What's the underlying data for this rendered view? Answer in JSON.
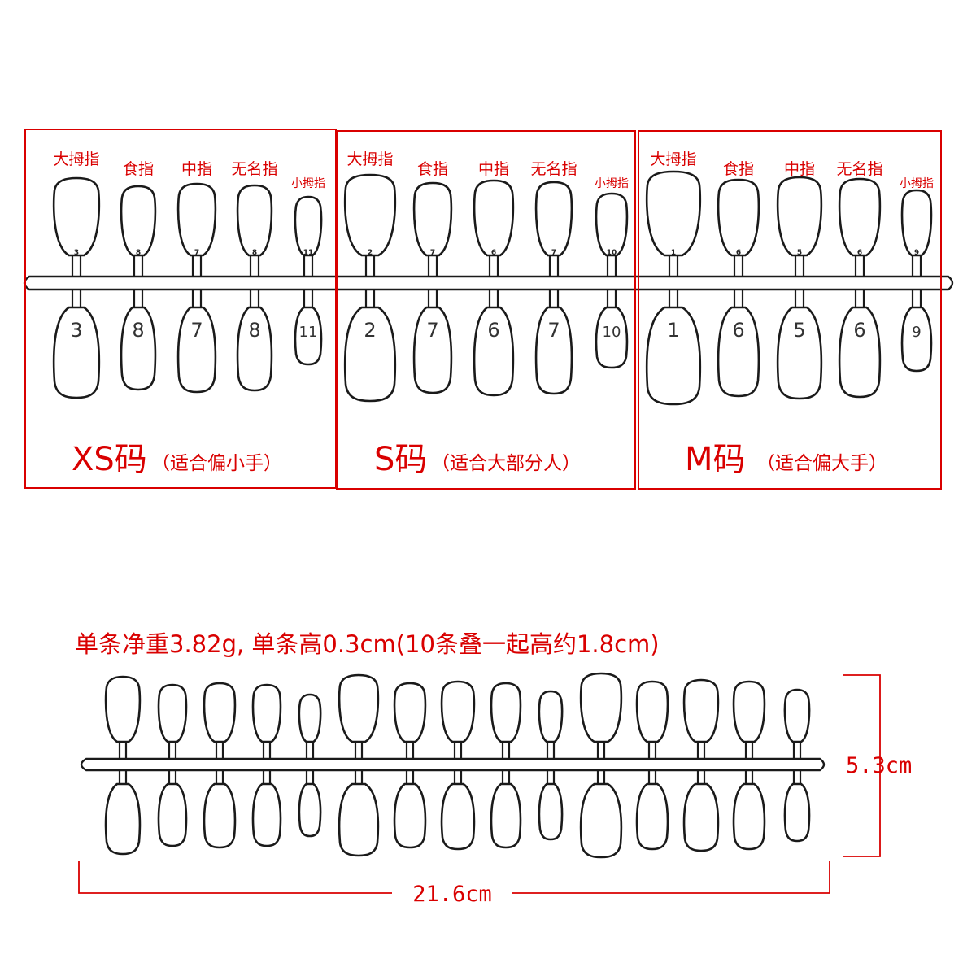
{
  "colors": {
    "accent": "#d90000",
    "line": "#1a1a1a"
  },
  "sizes": [
    {
      "title": "XS码",
      "note": "（适合偏小手）",
      "fingers": [
        {
          "label": "大拇指",
          "number": "3"
        },
        {
          "label": "食指",
          "number": "8"
        },
        {
          "label": "中指",
          "number": "7"
        },
        {
          "label": "无名指",
          "number": "8"
        },
        {
          "label": "小拇指",
          "number": "11"
        }
      ]
    },
    {
      "title": "S码",
      "note": "（适合大部分人）",
      "fingers": [
        {
          "label": "大拇指",
          "number": "2"
        },
        {
          "label": "食指",
          "number": "7"
        },
        {
          "label": "中指",
          "number": "6"
        },
        {
          "label": "无名指",
          "number": "7"
        },
        {
          "label": "小拇指",
          "number": "10"
        }
      ]
    },
    {
      "title": "M码",
      "note": "（适合偏大手）",
      "fingers": [
        {
          "label": "大拇指",
          "number": "1"
        },
        {
          "label": "食指",
          "number": "6"
        },
        {
          "label": "中指",
          "number": "5"
        },
        {
          "label": "无名指",
          "number": "6"
        },
        {
          "label": "小拇指",
          "number": "9"
        }
      ]
    }
  ],
  "spec_text": "单条净重3.82g, 单条高0.3cm(10条叠一起高约1.8cm)",
  "dimension_height": "5.3cm",
  "dimension_width": "21.6cm"
}
